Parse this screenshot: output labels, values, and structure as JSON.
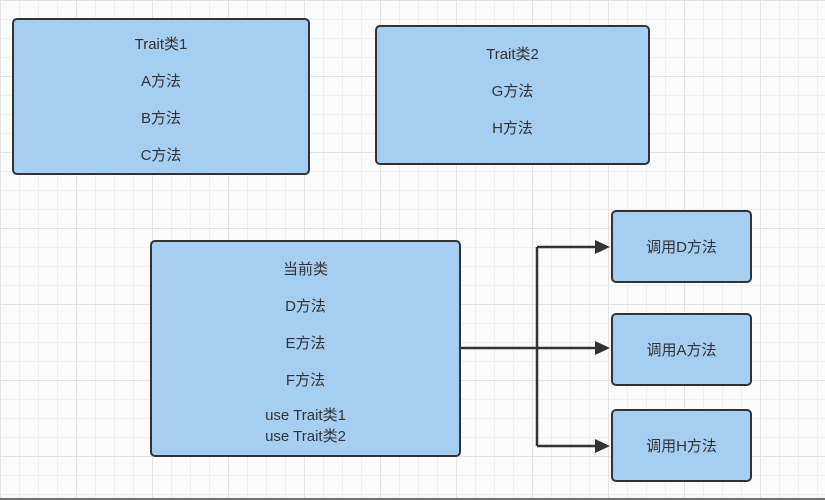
{
  "canvas": {
    "background": "#fbfbfb",
    "grid_minor_color": "#efefef",
    "grid_major_color": "#e3e3e3",
    "shape_fill": "#a6cef2",
    "shape_border": "#333333",
    "text_color": "#333333",
    "connector_color": "#333333"
  },
  "shapes": {
    "trait1": {
      "lines": [
        "Trait类1",
        "A方法",
        "B方法",
        "C方法"
      ]
    },
    "trait2": {
      "lines": [
        "Trait类2",
        "G方法",
        "H方法"
      ]
    },
    "current": {
      "lines": [
        "当前类",
        "D方法",
        "E方法",
        "F方法"
      ],
      "use_lines": [
        "use Trait类1",
        "use Trait类2"
      ]
    },
    "calls": [
      {
        "label": "调用D方法"
      },
      {
        "label": "调用A方法"
      },
      {
        "label": "调用H方法"
      }
    ]
  }
}
